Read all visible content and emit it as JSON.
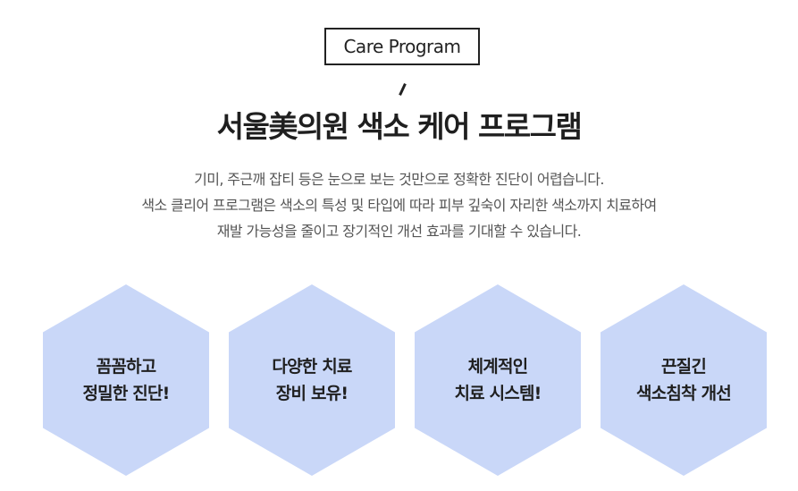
{
  "header": {
    "tag_label": "Care Program",
    "title": "서울美의원 색소 케어 프로그램"
  },
  "description": {
    "lines": [
      "기미, 주근깨 잡티 등은 눈으로 보는 것만으로 정확한 진단이 어렵습니다.",
      "색소 클리어 프로그램은 색소의 특성 및 타입에 따라 피부 깊숙이 자리한 색소까지 치료하여",
      "재발 가능성을 줄이고 장기적인 개선 효과를 기대할 수 있습니다."
    ]
  },
  "features": [
    {
      "line1": "꼼꼼하고",
      "line2": "정밀한 진단!"
    },
    {
      "line1": "다양한 치료",
      "line2": "장비 보유!"
    },
    {
      "line1": "체계적인",
      "line2": "치료 시스템!"
    },
    {
      "line1": "끈질긴",
      "line2": "색소침착 개선"
    }
  ],
  "colors": {
    "hex_fill": "#c9d7f8",
    "text": "#222222",
    "desc_text": "#555555"
  }
}
